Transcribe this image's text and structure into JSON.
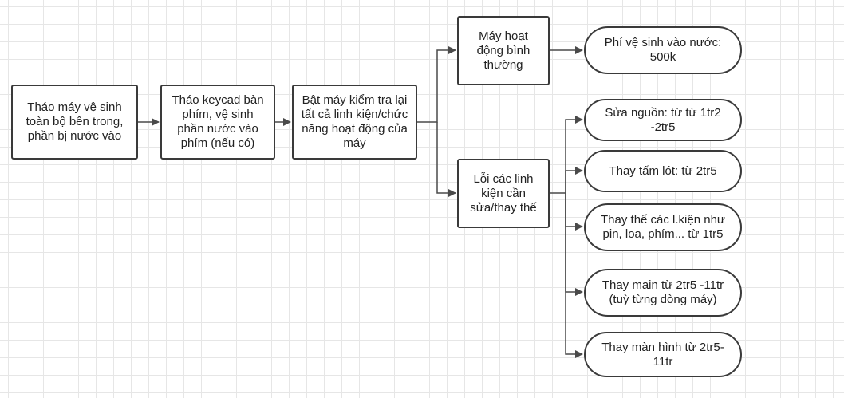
{
  "diagram": {
    "line_color": "#4a4a4a",
    "border_color": "#3a3a3a",
    "nodes": {
      "step1": "Tháo máy vệ sinh toàn bộ bên trong, phần bị nước vào",
      "step2": "Tháo keycad bàn phím, vệ sinh phần nước vào phím (nếu có)",
      "step3": "Bật máy kiểm tra lại tất cả linh kiện/chức năng hoạt động của máy",
      "normal": "Máy hoạt động bình thường",
      "faulty": "Lỗi các linh kiện cần sửa/thay thế",
      "cleaning_fee": "Phí vệ sinh vào nước: 500k",
      "power_repair": "Sửa nguồn: từ từ 1tr2 -2tr5",
      "pad_replace": "Thay tấm lót: từ 2tr5",
      "parts_replace": "Thay thế các l.kiện như pin, loa, phím... từ 1tr5",
      "main_replace": "Thay main từ 2tr5 -11tr (tuỳ từng dòng máy)",
      "screen_replace": "Thay màn hình từ 2tr5-11tr"
    }
  }
}
